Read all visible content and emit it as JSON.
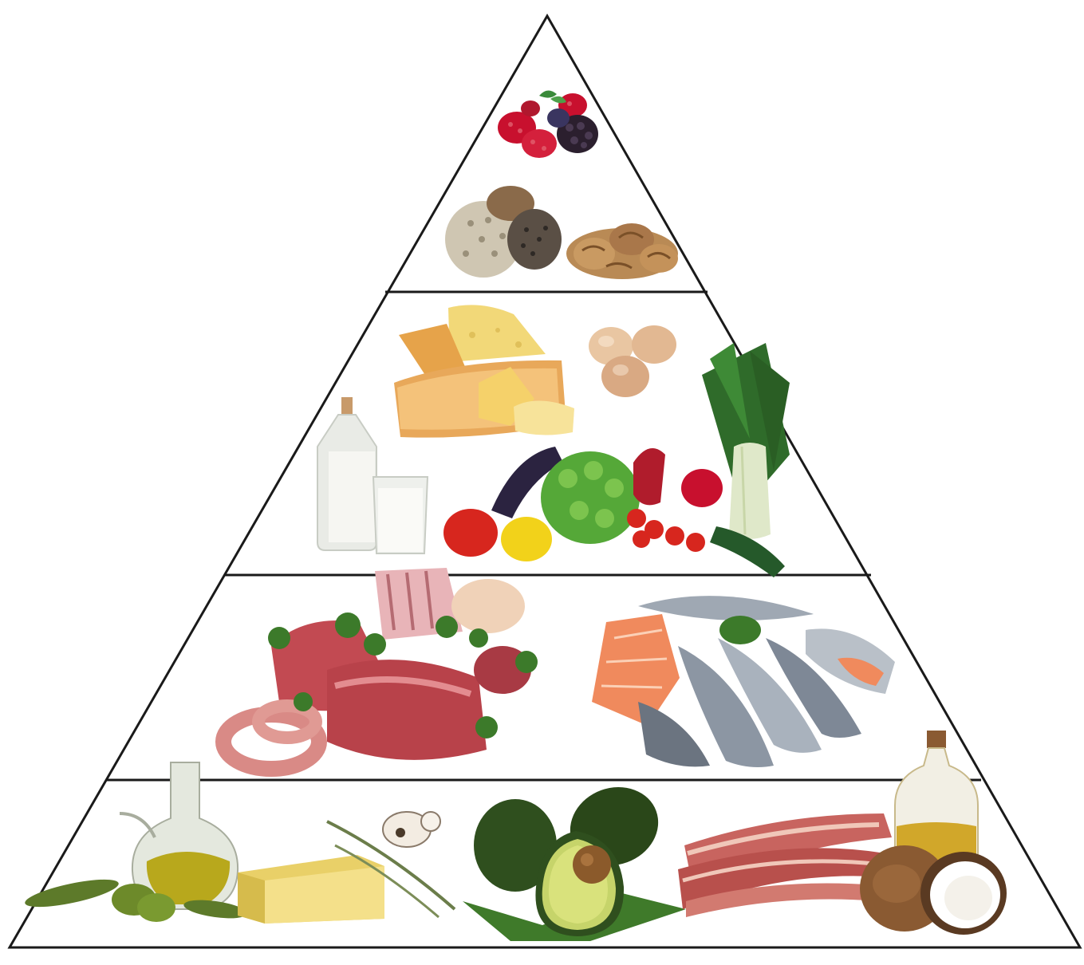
{
  "diagram": {
    "type": "food-pyramid",
    "outline_color": "#1a1a1a",
    "background": "#ffffff",
    "tiers": [
      {
        "name": "tier-1-top",
        "foods": [
          {
            "icon": "berries-icon",
            "colors": [
              "#c8102e",
              "#2b1f2e",
              "#3a8a3a"
            ]
          },
          {
            "icon": "seeds-icon",
            "colors": [
              "#cfc6b2",
              "#5a4f45",
              "#8a6a4a"
            ]
          },
          {
            "icon": "walnuts-icon",
            "colors": [
              "#b98a55",
              "#8b5e32"
            ]
          }
        ]
      },
      {
        "name": "tier-2",
        "foods": [
          {
            "icon": "cheese-icon",
            "colors": [
              "#f2d878",
              "#e6a34a",
              "#f7e39a"
            ]
          },
          {
            "icon": "eggs-icon",
            "colors": [
              "#e9c6a2",
              "#d9a983"
            ]
          },
          {
            "icon": "leek-icon",
            "colors": [
              "#2f6b2a",
              "#dfe8c9"
            ]
          },
          {
            "icon": "milk-icon",
            "colors": [
              "#f3f3f0",
              "#d9d9d9"
            ]
          },
          {
            "icon": "vegetables-icon",
            "colors": [
              "#d7261e",
              "#f2d21a",
              "#55a838",
              "#2b2340",
              "#b01c2c"
            ]
          }
        ]
      },
      {
        "name": "tier-3",
        "foods": [
          {
            "icon": "meat-icon",
            "colors": [
              "#c24a52",
              "#e38c90",
              "#3c7a2a"
            ]
          },
          {
            "icon": "fish-icon",
            "colors": [
              "#f08a5d",
              "#9fa8b3",
              "#4b5563"
            ]
          }
        ]
      },
      {
        "name": "tier-4-base",
        "foods": [
          {
            "icon": "olive-oil-icon",
            "colors": [
              "#b8a81c",
              "#6d8a2a"
            ]
          },
          {
            "icon": "butter-icon",
            "colors": [
              "#f4e08a",
              "#e9d068"
            ]
          },
          {
            "icon": "herbs-icon",
            "colors": [
              "#6b7d4a"
            ]
          },
          {
            "icon": "avocado-icon",
            "colors": [
              "#2f4f1e",
              "#c6d46a",
              "#8b5a2b"
            ]
          },
          {
            "icon": "bacon-icon",
            "colors": [
              "#c8645f",
              "#f0c7b9"
            ]
          },
          {
            "icon": "coconut-oil-icon",
            "colors": [
              "#d1a72a",
              "#8a5a32",
              "#ffffff"
            ]
          }
        ]
      }
    ]
  }
}
